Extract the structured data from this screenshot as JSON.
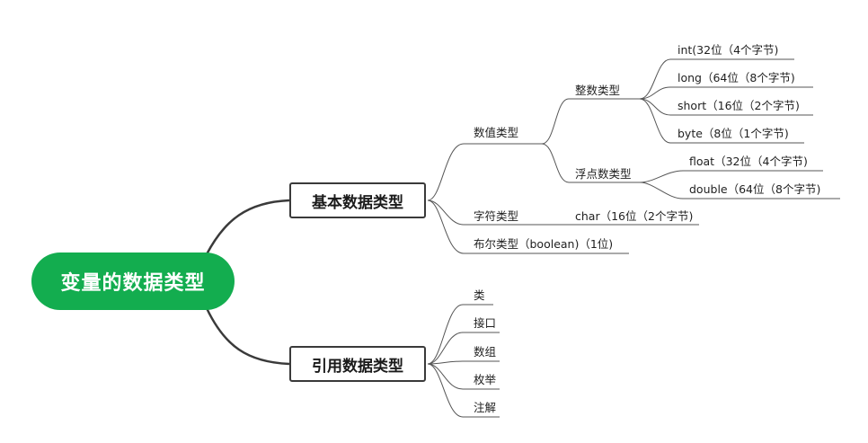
{
  "root": "变量的数据类型",
  "basic": {
    "title": "基本数据类型",
    "numeric": {
      "label": "数值类型",
      "integer": {
        "label": "整数类型",
        "items": [
          "int(32位（4个字节)",
          "long（64位（8个字节)",
          "short（16位（2个字节)",
          "byte（8位（1个字节)"
        ]
      },
      "float": {
        "label": "浮点数类型",
        "items": [
          "float（32位（4个字节)",
          "double（64位（8个字节)"
        ]
      }
    },
    "char": {
      "label": "字符类型",
      "value": "char（16位（2个字节)"
    },
    "boolean": {
      "label": "布尔类型（boolean)（1位)"
    }
  },
  "reference": {
    "title": "引用数据类型",
    "items": [
      "类",
      "接口",
      "数组",
      "枚举",
      "注解"
    ]
  },
  "colors": {
    "root_bg": "#13ad4f",
    "line": "#3a3a3a"
  }
}
